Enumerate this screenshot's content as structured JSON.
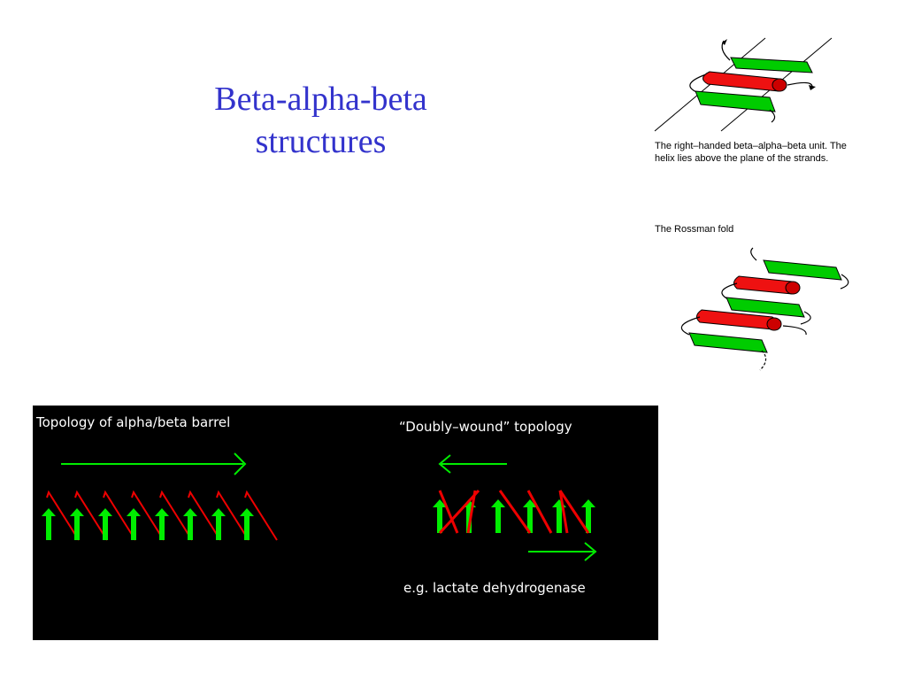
{
  "slide": {
    "title_line1": "Beta-alpha-beta",
    "title_line2": "structures"
  },
  "captions": {
    "beta_alpha_beta": "The right–handed beta–alpha–beta unit. The helix lies above the plane of the strands.",
    "rossman_fold": "The Rossman fold"
  },
  "topology_panel": {
    "barrel_label": "Topology of alpha/beta barrel",
    "doubly_label": "“Doubly–wound” topology",
    "example_label": "e.g. lactate dehydrogenase"
  },
  "colors": {
    "title": "#3333cc",
    "strand": "#00ee00",
    "helix": "#ee0000",
    "panel_background": "#000000"
  }
}
